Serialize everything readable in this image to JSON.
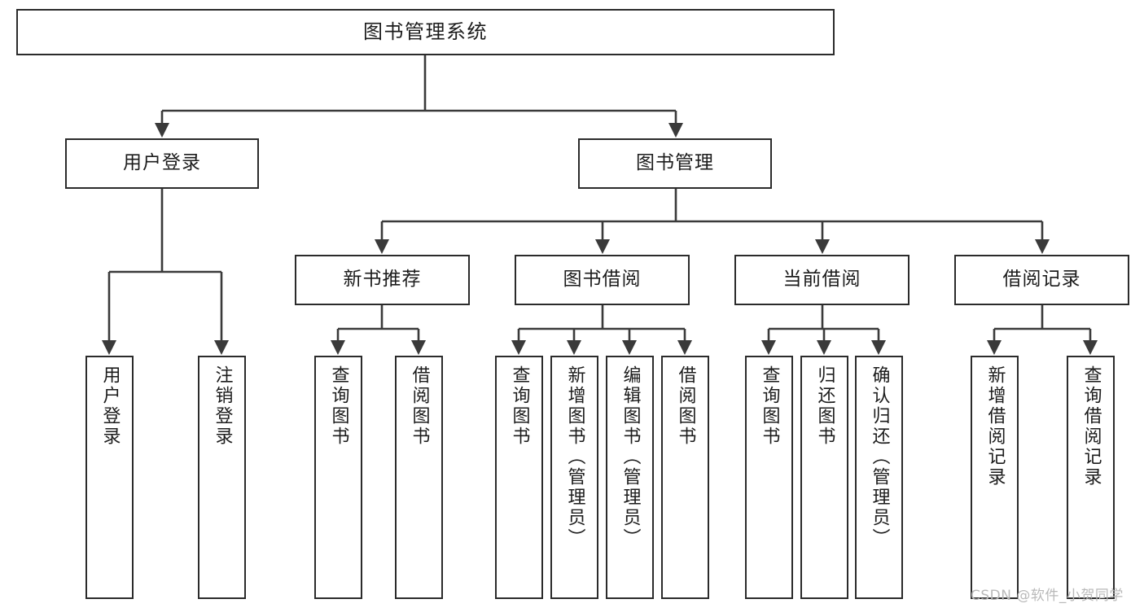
{
  "diagram": {
    "title": "图书管理系统",
    "type": "tree",
    "watermark": "CSDN @软件_小贺同学",
    "colors": {
      "box_border": "#2b2b2b",
      "box_fill": "#ffffff",
      "edge": "#3a3a3a",
      "text": "#1c1c1c",
      "watermark": "#b9b9b9"
    },
    "nodes": {
      "root": {
        "label": "图书管理系统",
        "level": 0
      },
      "l1": [
        {
          "id": "user_login",
          "label": "用户登录",
          "level": 1
        },
        {
          "id": "book_manage",
          "label": "图书管理",
          "level": 1
        }
      ],
      "l2": [
        {
          "id": "new_book_rec",
          "label": "新书推荐",
          "level": 2,
          "parent": "book_manage"
        },
        {
          "id": "book_borrow",
          "label": "图书借阅",
          "level": 2,
          "parent": "book_manage"
        },
        {
          "id": "current_borrow",
          "label": "当前借阅",
          "level": 2,
          "parent": "book_manage"
        },
        {
          "id": "borrow_record",
          "label": "借阅记录",
          "level": 2,
          "parent": "book_manage"
        }
      ],
      "leaves": [
        {
          "id": "leaf_user_login",
          "label": "用户登录",
          "parent": "user_login"
        },
        {
          "id": "leaf_user_logout",
          "label": "注销登录",
          "parent": "user_login"
        },
        {
          "id": "leaf_rec_query",
          "label": "查询图书",
          "parent": "new_book_rec"
        },
        {
          "id": "leaf_rec_borrow",
          "label": "借阅图书",
          "parent": "new_book_rec"
        },
        {
          "id": "leaf_borrow_query",
          "label": "查询图书",
          "parent": "book_borrow"
        },
        {
          "id": "leaf_borrow_add",
          "label": "新增图书（管理员）",
          "parent": "book_borrow"
        },
        {
          "id": "leaf_borrow_edit",
          "label": "编辑图书（管理员）",
          "parent": "book_borrow"
        },
        {
          "id": "leaf_borrow_do",
          "label": "借阅图书",
          "parent": "book_borrow"
        },
        {
          "id": "leaf_cur_query",
          "label": "查询图书",
          "parent": "current_borrow"
        },
        {
          "id": "leaf_cur_return",
          "label": "归还图书",
          "parent": "current_borrow"
        },
        {
          "id": "leaf_cur_confirm",
          "label": "确认归还（管理员）",
          "parent": "current_borrow"
        },
        {
          "id": "leaf_rec_add",
          "label": "新增借阅记录",
          "parent": "borrow_record"
        },
        {
          "id": "leaf_rec_query_record",
          "label": "查询借阅记录",
          "parent": "borrow_record"
        }
      ]
    }
  }
}
